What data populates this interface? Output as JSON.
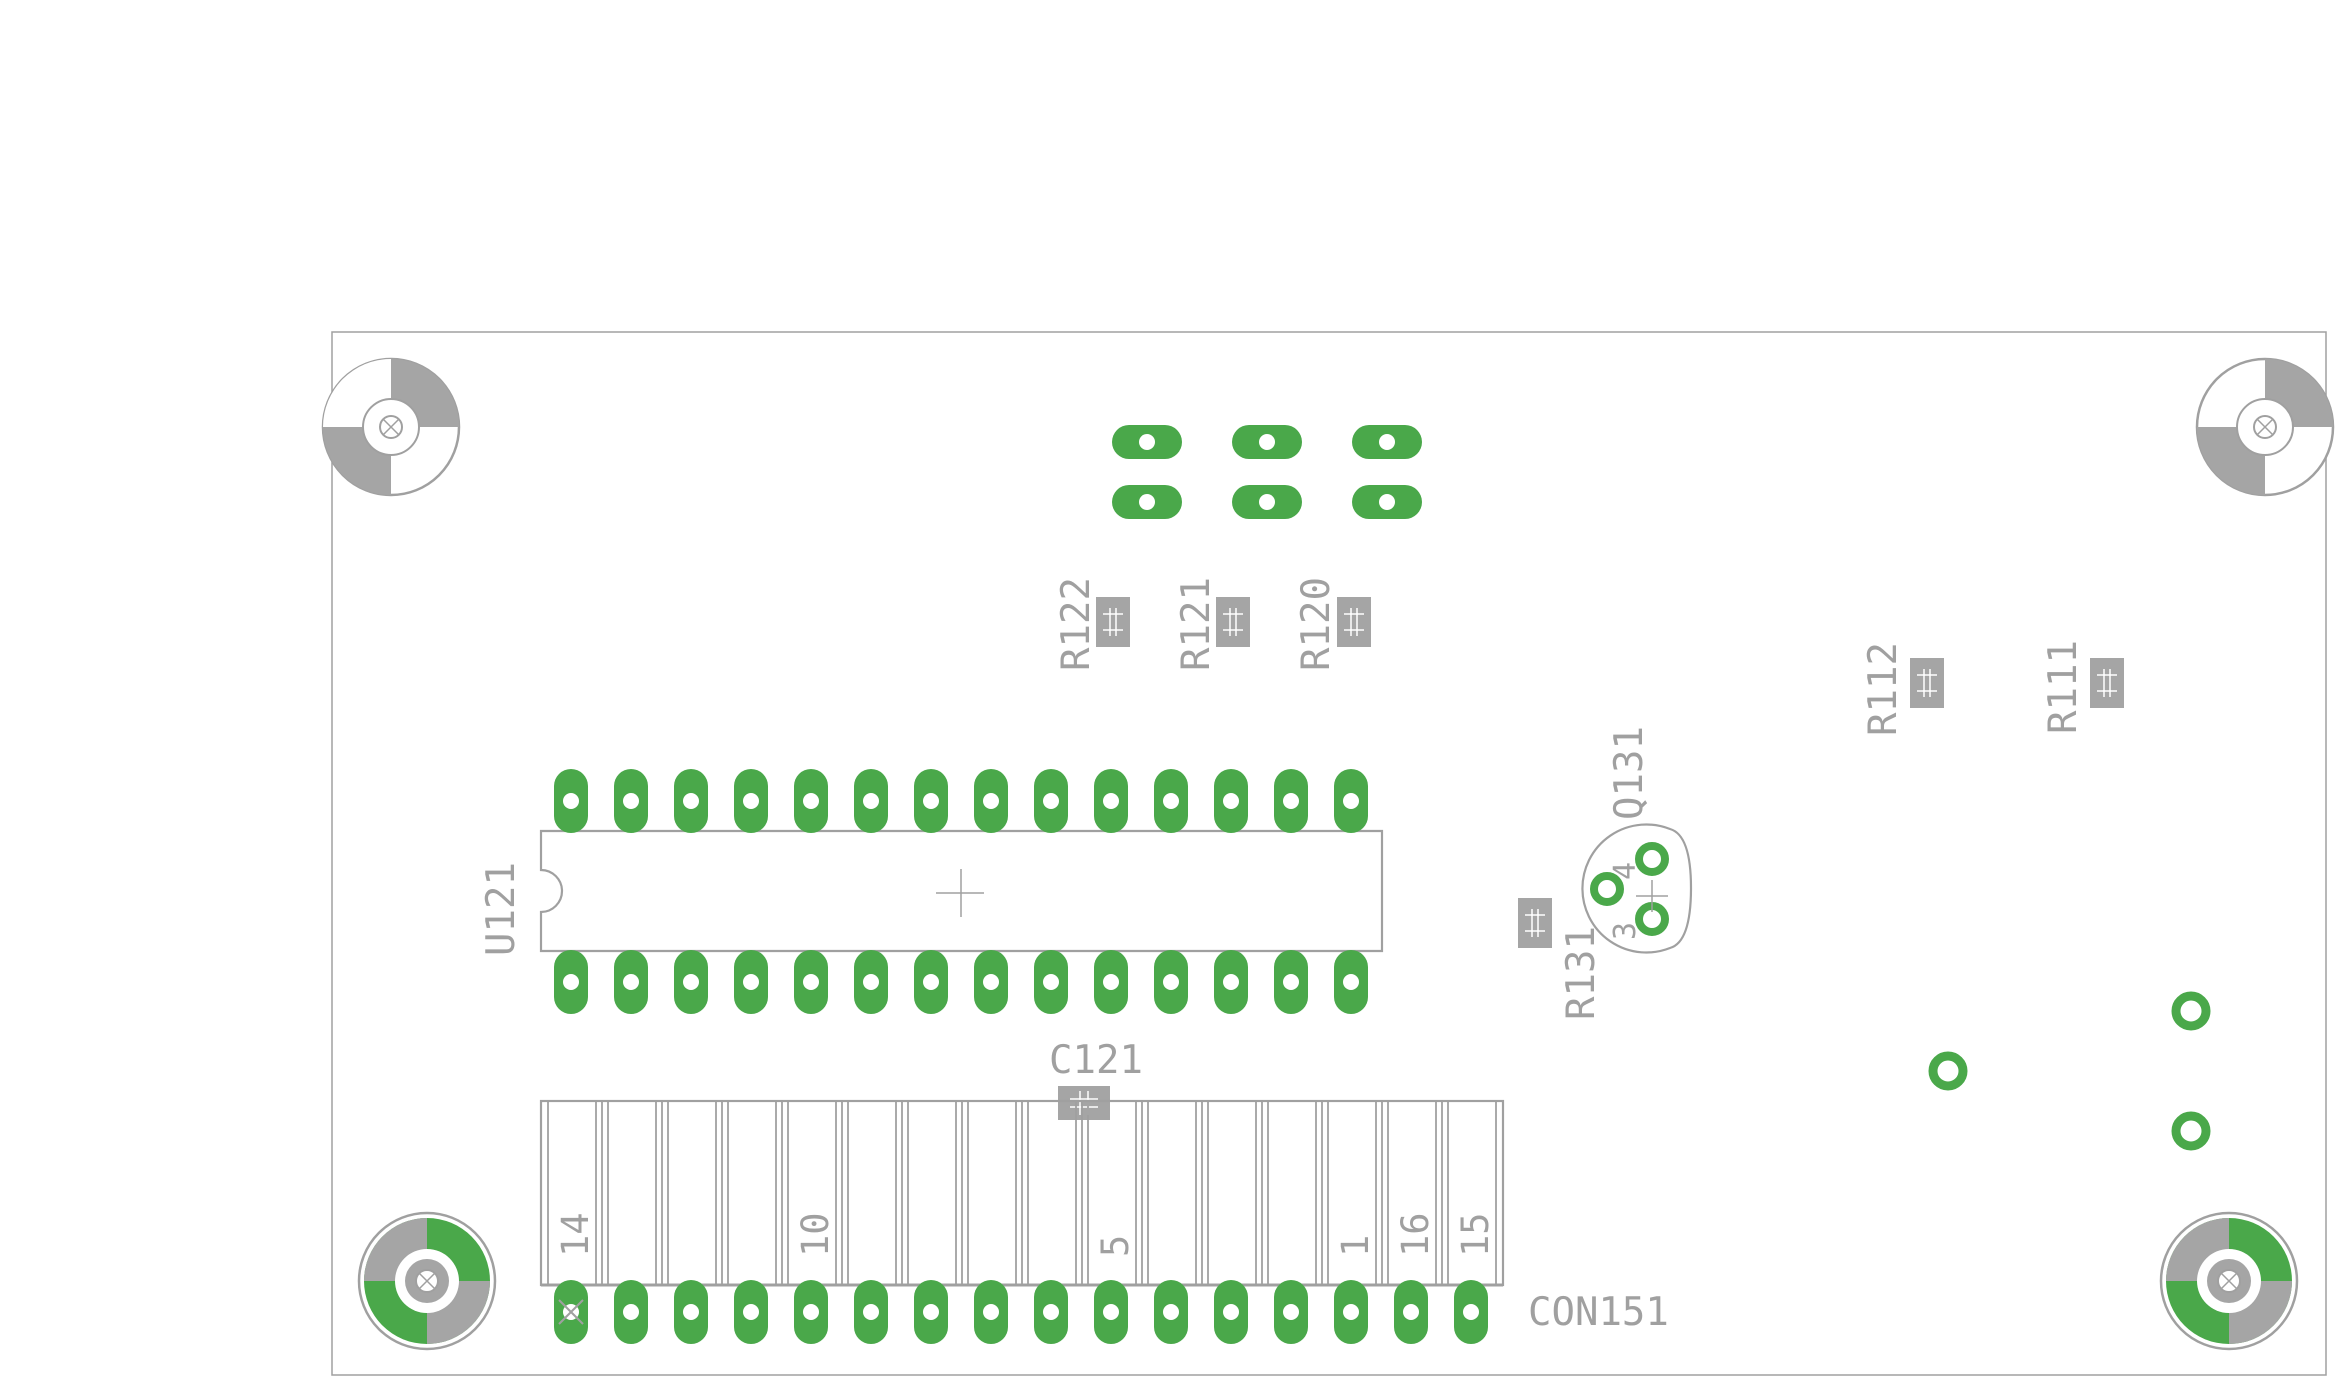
{
  "colors": {
    "copper": "#4aa84a",
    "silkscreen": "#a0a0a0",
    "smd_pad": "#a5a5a5",
    "background": "#ffffff"
  },
  "labels": {
    "r122": "R122",
    "r121": "R121",
    "r120": "R120",
    "r112": "R112",
    "r111": "R111",
    "q131": "Q131",
    "r131": "R131",
    "u121": "U121",
    "c121": "C121",
    "con151": "CON151"
  },
  "connector_pin_labels": [
    "14",
    "10",
    "5",
    "1",
    "16",
    "15"
  ],
  "components": {
    "u121_pins_per_row": 14,
    "con151_pins": 16,
    "mounting_holes": 4
  },
  "icons": {
    "mounting_hole": "mounting-hole-icon",
    "origin_cross": "origin-cross-icon"
  }
}
